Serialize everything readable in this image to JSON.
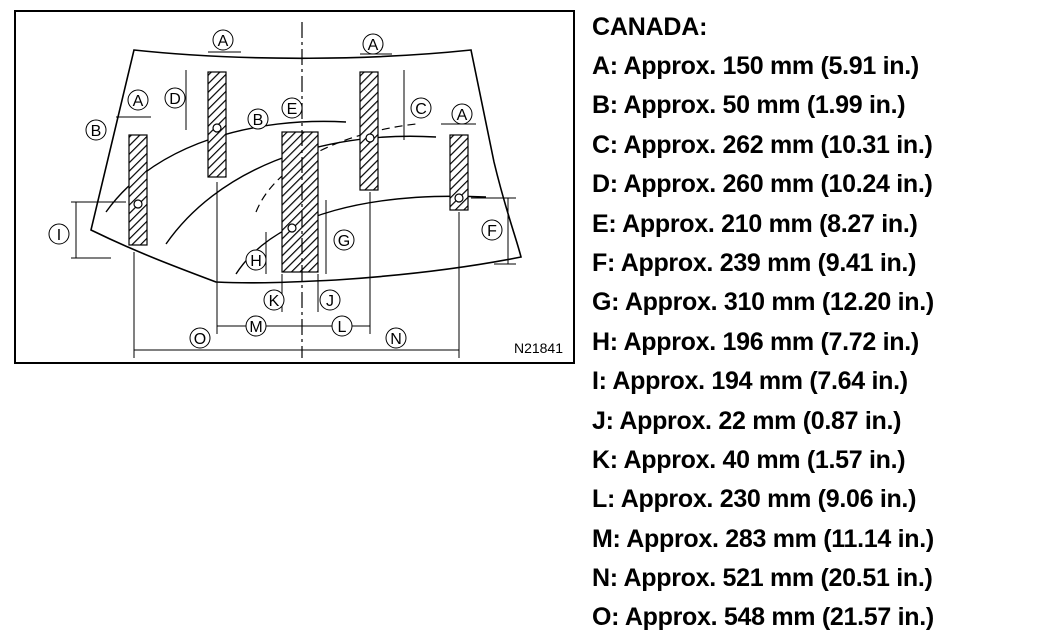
{
  "diagram": {
    "figure_id": "N21841",
    "callouts": [
      "A",
      "B",
      "C",
      "D",
      "E",
      "F",
      "G",
      "H",
      "I",
      "J",
      "K",
      "L",
      "M",
      "N",
      "O"
    ]
  },
  "spec": {
    "title": "CANADA:",
    "items": [
      {
        "label": "A",
        "text": "Approx. 150 mm (5.91 in.)"
      },
      {
        "label": "B",
        "text": "Approx. 50 mm (1.99 in.)"
      },
      {
        "label": "C",
        "text": "Approx. 262 mm (10.31 in.)"
      },
      {
        "label": "D",
        "text": "Approx. 260 mm (10.24 in.)"
      },
      {
        "label": "E",
        "text": "Approx. 210 mm (8.27 in.)"
      },
      {
        "label": "F",
        "text": "Approx. 239 mm (9.41 in.)"
      },
      {
        "label": "G",
        "text": "Approx. 310 mm (12.20 in.)"
      },
      {
        "label": "H",
        "text": "Approx. 196 mm (7.72 in.)"
      },
      {
        "label": "I",
        "text": "Approx. 194 mm (7.64 in.)"
      },
      {
        "label": "J",
        "text": "Approx. 22 mm (0.87 in.)"
      },
      {
        "label": "K",
        "text": "Approx. 40 mm (1.57 in.)"
      },
      {
        "label": "L",
        "text": "Approx. 230 mm (9.06 in.)"
      },
      {
        "label": "M",
        "text": "Approx. 283 mm (11.14 in.)"
      },
      {
        "label": "N",
        "text": "Approx. 521 mm (20.51 in.)"
      },
      {
        "label": "O",
        "text": "Approx. 548 mm (21.57 in.)"
      }
    ]
  }
}
